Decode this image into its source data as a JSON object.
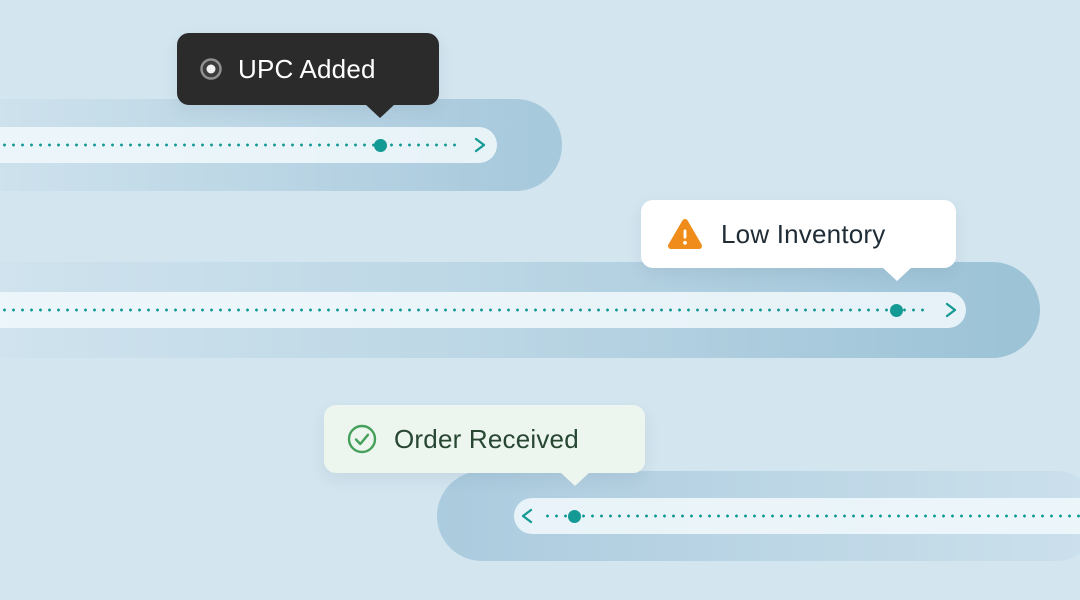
{
  "page": {
    "background": "#d3e5ef"
  },
  "colors": {
    "accent_teal": "#149a94",
    "track_blue": "#a7c9dc",
    "capsule_white": "#eef6fa",
    "dark_tooltip_bg": "#2b2b2b",
    "white_tooltip_bg": "#ffffff",
    "green_tooltip_bg": "#edf6ee",
    "warning_orange": "#ef8c1a",
    "check_green": "#44a05a"
  },
  "tooltips": {
    "upc_added": {
      "label": "UPC Added",
      "icon": "record-dot",
      "bg": "#2b2b2b",
      "text_color": "#ffffff"
    },
    "low_inventory": {
      "label": "Low Inventory",
      "icon": "warning-triangle",
      "bg": "#ffffff",
      "text_color": "#1f2c36",
      "icon_color": "#ef8c1a"
    },
    "order_received": {
      "label": "Order Received",
      "icon": "check-circle",
      "bg": "#edf6ee",
      "text_color": "#274733",
      "icon_color": "#44a05a"
    }
  },
  "tracks": {
    "upc": {
      "direction": "right"
    },
    "inventory": {
      "direction": "right"
    },
    "order": {
      "direction": "left"
    }
  }
}
